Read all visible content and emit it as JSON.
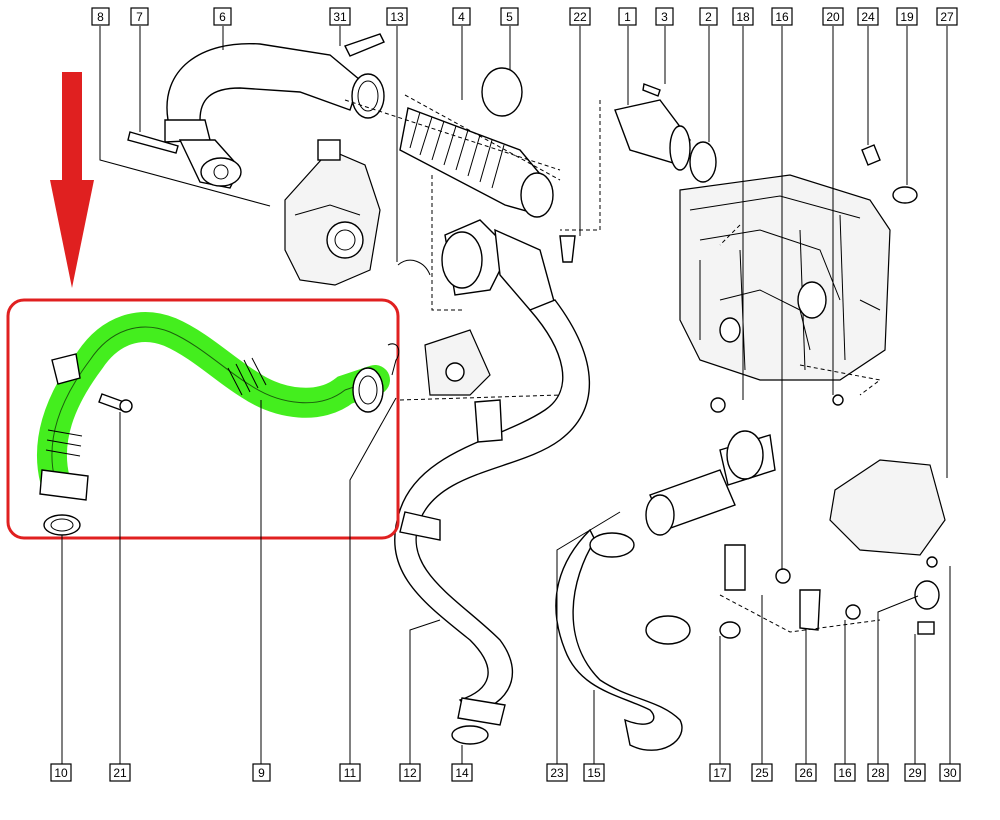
{
  "diagram": {
    "highlight_color": "#e02020",
    "hose_color": "#44ee1e",
    "callouts_top": [
      "8",
      "7",
      "6",
      "31",
      "13",
      "4",
      "5",
      "22",
      "1",
      "3",
      "2",
      "18",
      "16",
      "20",
      "24",
      "19",
      "27"
    ],
    "callouts_bottom": [
      "10",
      "21",
      "9",
      "11",
      "12",
      "14",
      "23",
      "15",
      "17",
      "25",
      "26",
      "16",
      "28",
      "29",
      "30"
    ],
    "highlighted_part": "9"
  }
}
